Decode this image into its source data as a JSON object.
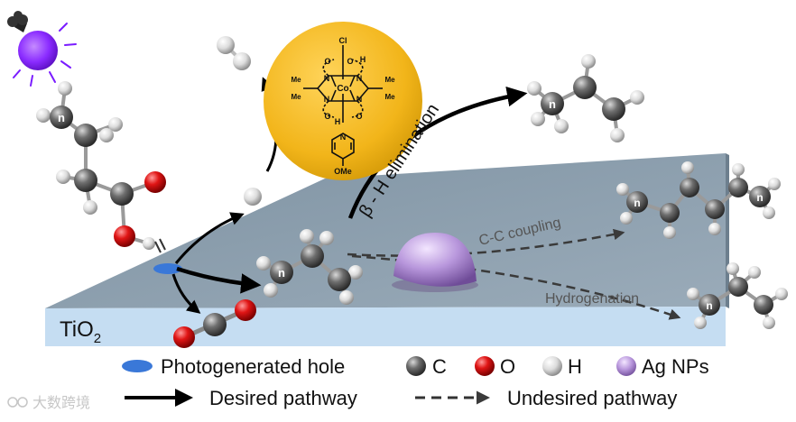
{
  "substrate": {
    "label_main": "TiO",
    "label_sub": "2"
  },
  "reaction_labels": {
    "beta_h": "β - H elimination",
    "cc_coupling": "C-C coupling",
    "hydrogenation": "Hydrogenation"
  },
  "catalyst": {
    "cl": "Cl",
    "h_top": "H",
    "h_bottom": "H",
    "co": "Co",
    "n_tl": "N",
    "n_tr": "N",
    "n_bl": "N",
    "n_br": "N",
    "o_tl": "O",
    "o_tr": "O",
    "o_bl": "O",
    "o_br": "O",
    "me_tl": "Me",
    "me_tr": "Me",
    "me_bl": "Me",
    "me_br": "Me",
    "n_py": "N",
    "ome": "OMe"
  },
  "molecule_labels": {
    "n": "n"
  },
  "legend": {
    "hole": "Photogenerated hole",
    "c": "C",
    "o": "O",
    "h": "H",
    "ag": "Ag NPs",
    "desired": "Desired pathway",
    "undesired": "Undesired pathway"
  },
  "watermark": "大数跨境",
  "colors": {
    "slab_top": "#8fa1b0",
    "slab_front": "#c5ddf2",
    "catalyst": "#f2b51a",
    "hole": "#3a78d8",
    "ag": "#b08fd0",
    "bulb": "#8a2bff"
  }
}
